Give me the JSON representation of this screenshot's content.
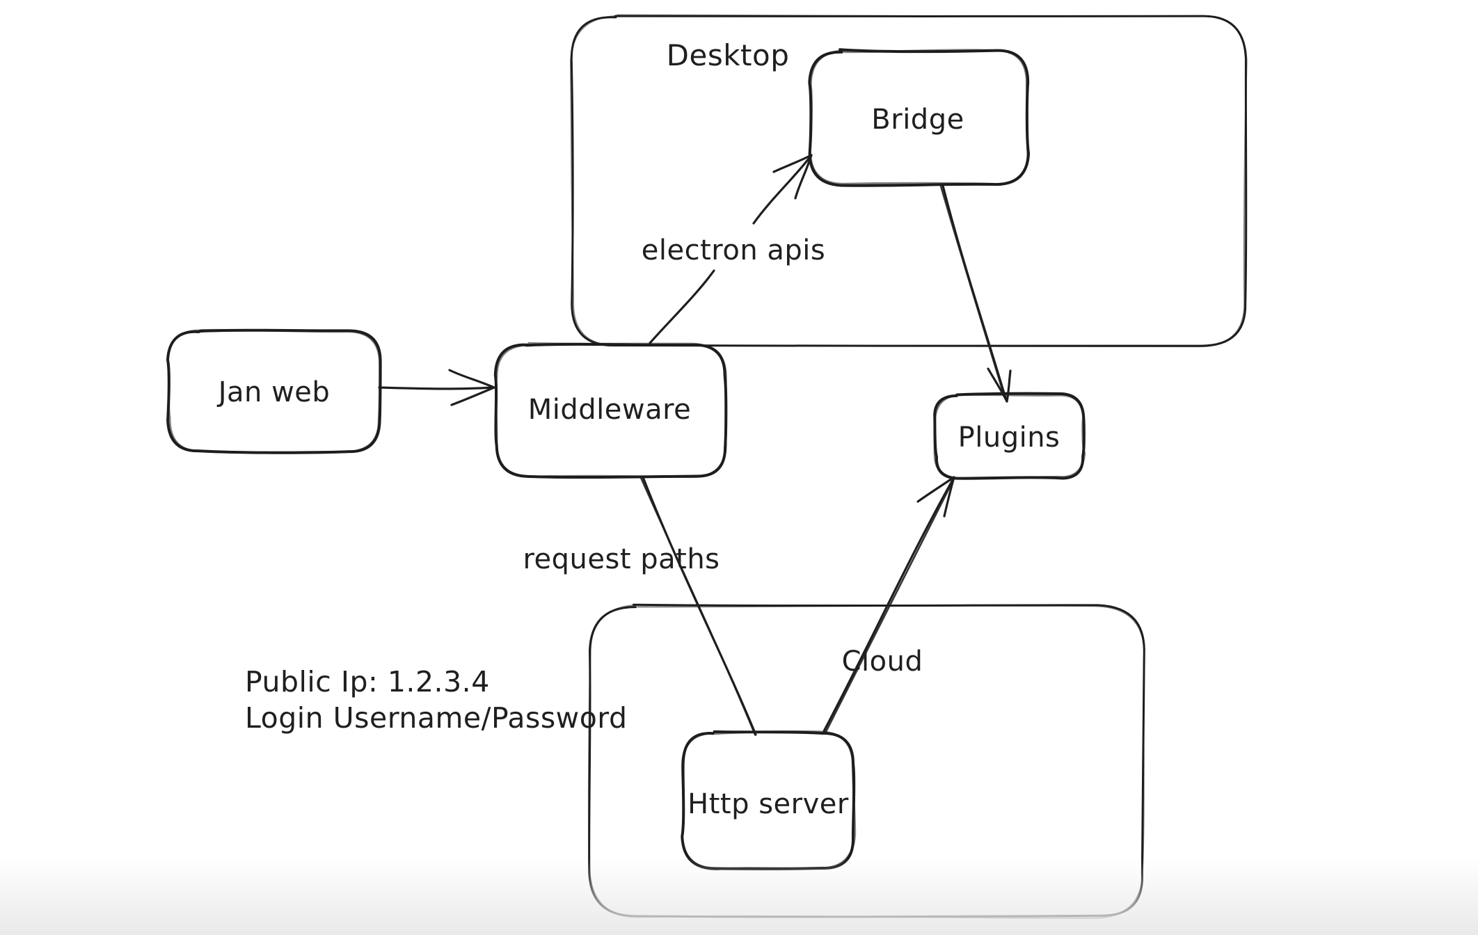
{
  "canvas": {
    "background_color": "#ffffff",
    "stroke_color": "#1e1e1e",
    "text_color": "#1f1f1f",
    "bottom_fade_color": "#e9e9e9"
  },
  "containers": {
    "desktop": {
      "label": "Desktop"
    },
    "cloud": {
      "label": "Cloud"
    }
  },
  "nodes": {
    "jan_web": {
      "label": "Jan web"
    },
    "bridge": {
      "label": "Bridge"
    },
    "middleware": {
      "label": "Middleware"
    },
    "plugins": {
      "label": "Plugins"
    },
    "http_server": {
      "label": "Http server"
    }
  },
  "edges": [
    {
      "from": "Jan web",
      "to": "Middleware",
      "label": ""
    },
    {
      "from": "Middleware",
      "to": "Bridge",
      "label": "electron apis"
    },
    {
      "from": "Bridge",
      "to": "Plugins",
      "label": ""
    },
    {
      "from": "Middleware",
      "to": "Http server",
      "label": "request paths"
    },
    {
      "from": "Http server",
      "to": "Plugins",
      "label": ""
    }
  ],
  "annotations": {
    "public_ip": "Public Ip: 1.2.3.4",
    "login": "Login Username/Password"
  }
}
